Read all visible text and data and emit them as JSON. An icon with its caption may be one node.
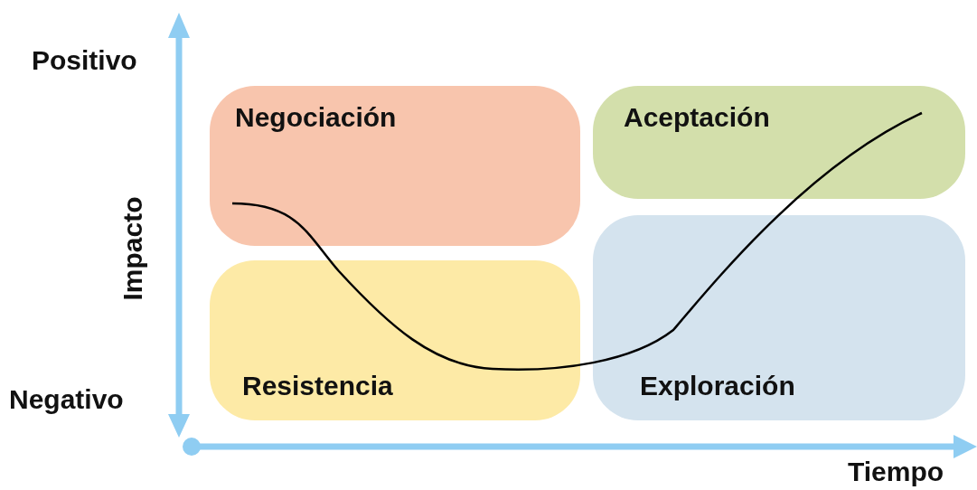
{
  "diagram": {
    "nodes": [
      {
        "text": [
          "Negociación"
        ]
      },
      {
        "text": [
          "Aceptación"
        ]
      },
      {
        "text": [
          "Resistencia"
        ]
      },
      {
        "text": [
          "Exploración"
        ]
      }
    ],
    "labels": [
      "Positivo",
      "Impacto",
      "Negativo",
      "Tiempo"
    ]
  }
}
